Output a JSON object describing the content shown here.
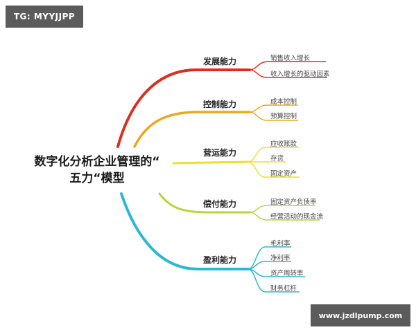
{
  "watermarks": {
    "top_left": "TG: MYYJJPP",
    "bottom_right": "www.jzdlpump.com"
  },
  "mindmap": {
    "root": {
      "line1": "数字化分析企业管理的“",
      "line2": "五力“模型"
    },
    "branches": [
      {
        "label": "发展能力",
        "color": "#d9301e",
        "children": [
          "销售收入增长",
          "收入增长的驱动因素"
        ]
      },
      {
        "label": "控制能力",
        "color": "#e8a820",
        "children": [
          "成本控制",
          "预算控制"
        ]
      },
      {
        "label": "营运能力",
        "color": "#f0de2a",
        "children": [
          "应收账款",
          "存货",
          "固定资产"
        ]
      },
      {
        "label": "偿付能力",
        "color": "#b8d43a",
        "children": [
          "固定资产负债率",
          "经营活动的现金流"
        ]
      },
      {
        "label": "盈利能力",
        "color": "#2bb8d4",
        "children": [
          "毛利率",
          "净利率",
          "资产周转率",
          "财务杠杆"
        ]
      }
    ]
  }
}
